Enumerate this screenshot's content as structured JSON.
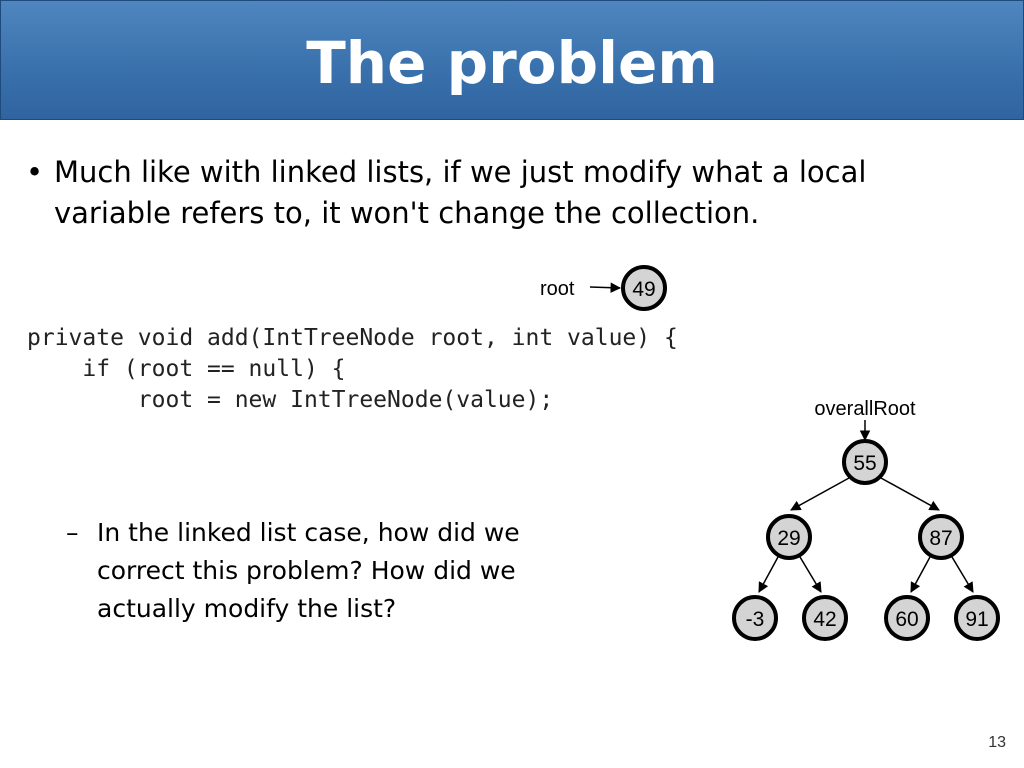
{
  "slide": {
    "title": "The problem",
    "bullet": "Much like with linked lists, if we just modify what a local variable refers to, it won't change the collection.",
    "code_lines": [
      "private void add(IntTreeNode root, int value) {",
      "    if (root == null) {",
      "        root = new IntTreeNode(value);"
    ],
    "sub_bullet": "In the linked list case, how did we correct this problem?  How did we actually modify the list?",
    "page_number": "13"
  },
  "diagram": {
    "root_label": "root",
    "root_node": "49",
    "overall_root_label": "overallRoot",
    "tree": {
      "root": "55",
      "left": "29",
      "right": "87",
      "left_left": "-3",
      "left_right": "42",
      "right_left": "60",
      "right_right": "91"
    }
  }
}
